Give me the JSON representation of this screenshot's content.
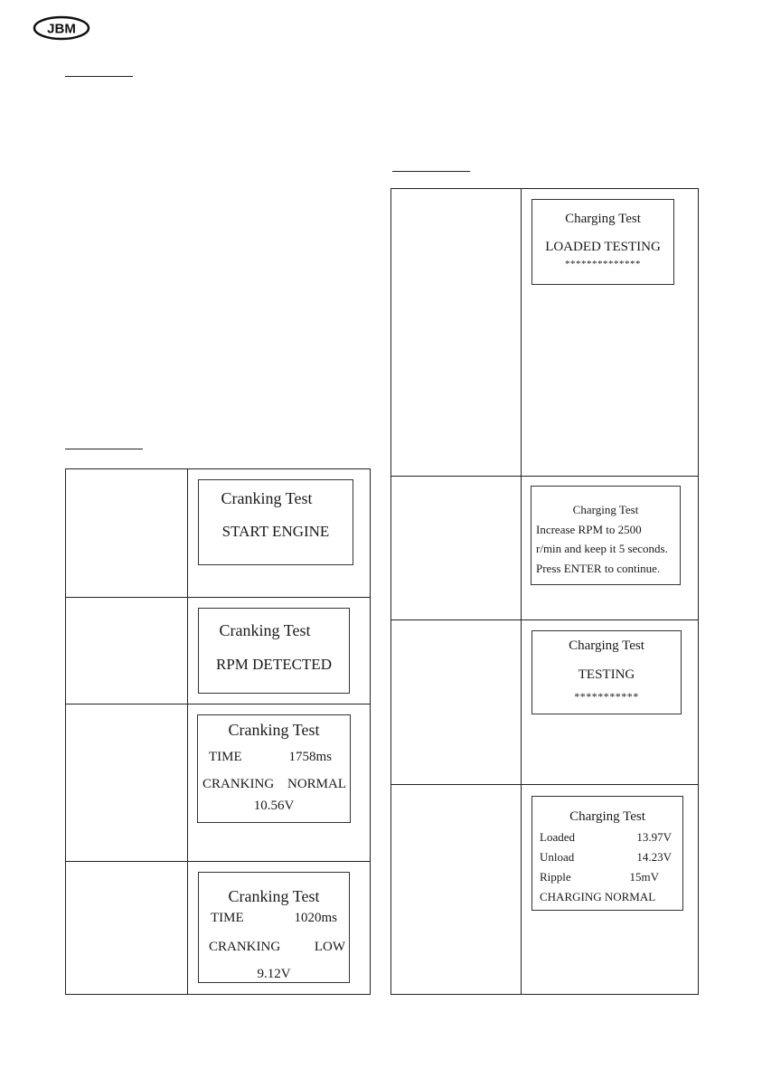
{
  "brand": {
    "logo_text": "JBM"
  },
  "cranking": {
    "panels": [
      {
        "title": "Cranking Test",
        "line1": "START ENGINE"
      },
      {
        "title": "Cranking Test",
        "line1": "RPM DETECTED"
      },
      {
        "title": "Cranking Test",
        "time_label": "TIME",
        "time_value": "1758ms",
        "status_label": "CRANKING",
        "status_value": "NORMAL",
        "voltage": "10.56V"
      },
      {
        "title": "Cranking Test",
        "time_label": "TIME",
        "time_value": "1020ms",
        "status_label": "CRANKING",
        "status_value": "LOW",
        "voltage": "9.12V"
      }
    ]
  },
  "charging": {
    "panels": [
      {
        "title": "Charging Test",
        "line1": "LOADED TESTING",
        "progress": "**************"
      },
      {
        "title": "Charging Test",
        "lines": [
          "Increase RPM to 2500",
          "r/min and keep it 5 seconds.",
          "Press ENTER to continue."
        ]
      },
      {
        "title": "Charging Test",
        "line1": "TESTING",
        "progress": "***********"
      },
      {
        "title": "Charging Test",
        "rows": [
          {
            "label": "Loaded",
            "value": "13.97V"
          },
          {
            "label": "Unload",
            "value": "14.23V"
          },
          {
            "label": "Ripple",
            "value": "15mV"
          }
        ],
        "status": "CHARGING NORMAL"
      }
    ]
  }
}
